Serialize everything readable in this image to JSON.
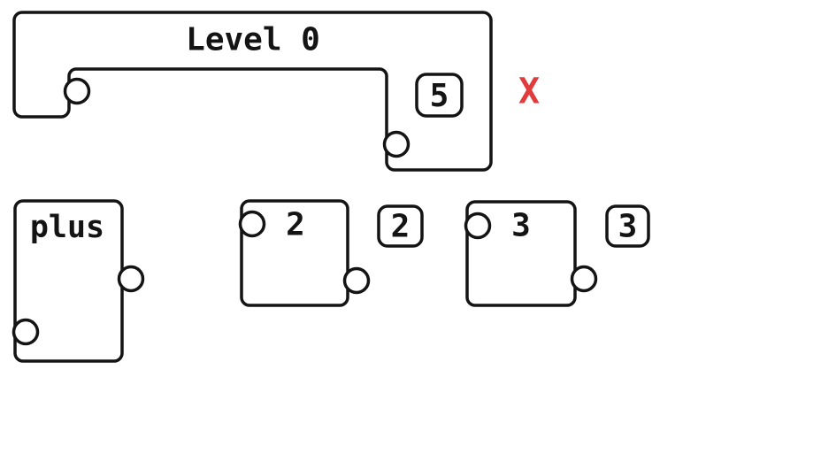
{
  "canvas": {
    "background": "#ffffff"
  },
  "colors": {
    "outline": "#141414",
    "block_fill": "#ffffff",
    "error": "#e23b3b"
  },
  "level": {
    "title": "Level 0",
    "target_value": "5",
    "status_mark": "X"
  },
  "pieces": [
    {
      "label": "plus"
    },
    {
      "label": "2",
      "value_badge": "2"
    },
    {
      "label": "3",
      "value_badge": "3"
    }
  ]
}
